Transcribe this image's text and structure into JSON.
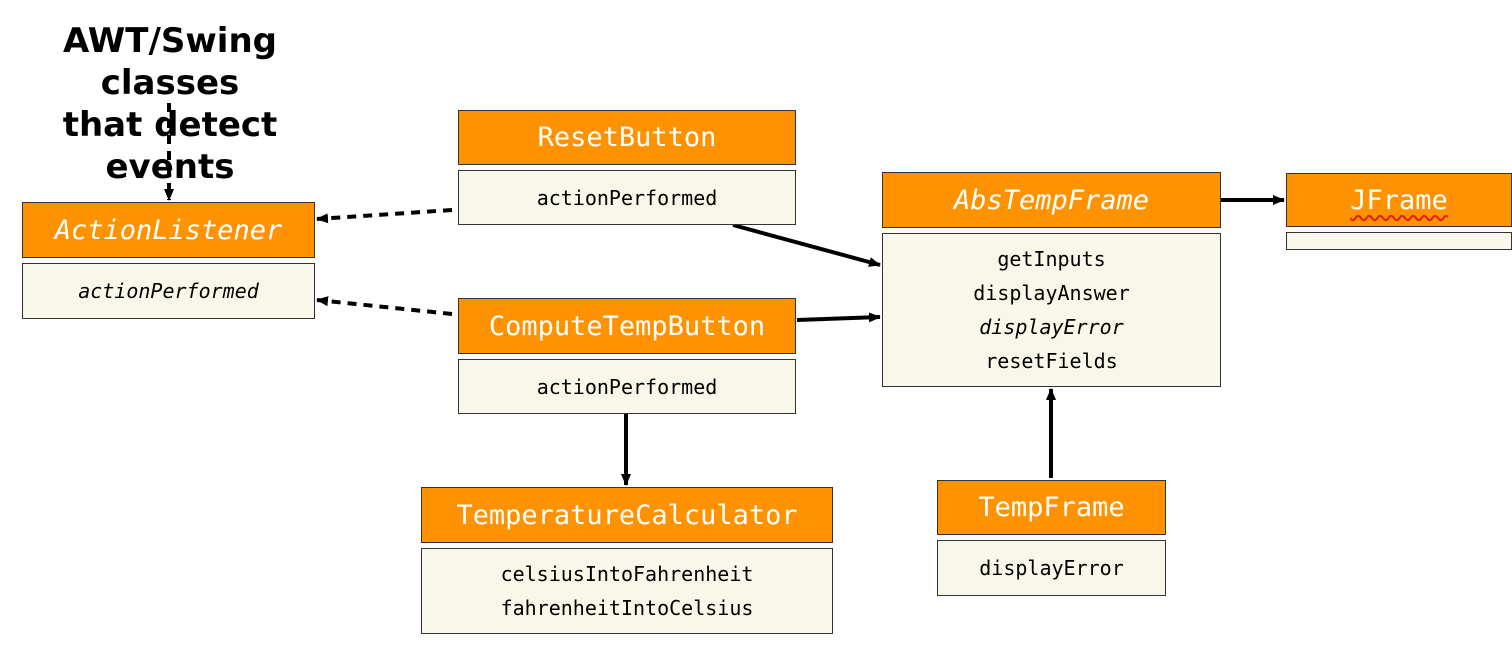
{
  "caption": {
    "line1": "AWT/Swing classes",
    "line2": "that detect events"
  },
  "classes": {
    "action_listener": {
      "name": "ActionListener",
      "methods": [
        "actionPerformed"
      ]
    },
    "reset_button": {
      "name": "ResetButton",
      "methods": [
        "actionPerformed"
      ]
    },
    "compute_temp_button": {
      "name": "ComputeTempButton",
      "methods": [
        "actionPerformed"
      ]
    },
    "temperature_calculator": {
      "name": "TemperatureCalculator",
      "methods": [
        "celsiusIntoFahrenheit",
        "fahrenheitIntoCelsius"
      ]
    },
    "abs_temp_frame": {
      "name": "AbsTempFrame",
      "methods": [
        "getInputs",
        "displayAnswer",
        "displayError",
        "resetFields"
      ]
    },
    "temp_frame": {
      "name": "TempFrame",
      "methods": [
        "displayError"
      ]
    },
    "jframe": {
      "name": "JFrame",
      "methods": []
    }
  },
  "colors": {
    "header_fill": "#ff9200",
    "body_fill": "#f8f7ea",
    "line": "#000000"
  }
}
